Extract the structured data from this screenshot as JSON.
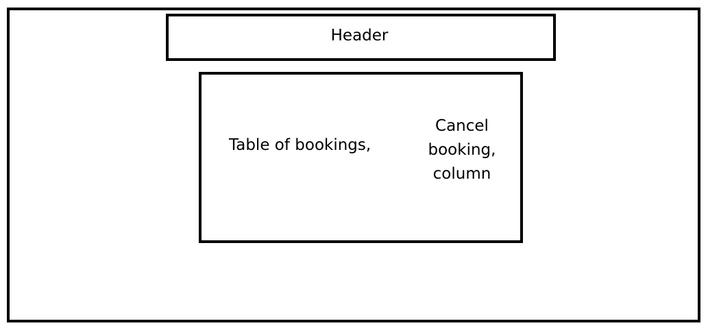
{
  "header": {
    "label": "Header"
  },
  "main": {
    "table_label": "Table of bookings,",
    "cancel_column_lines": [
      "Cancel",
      "booking,",
      "column"
    ]
  }
}
